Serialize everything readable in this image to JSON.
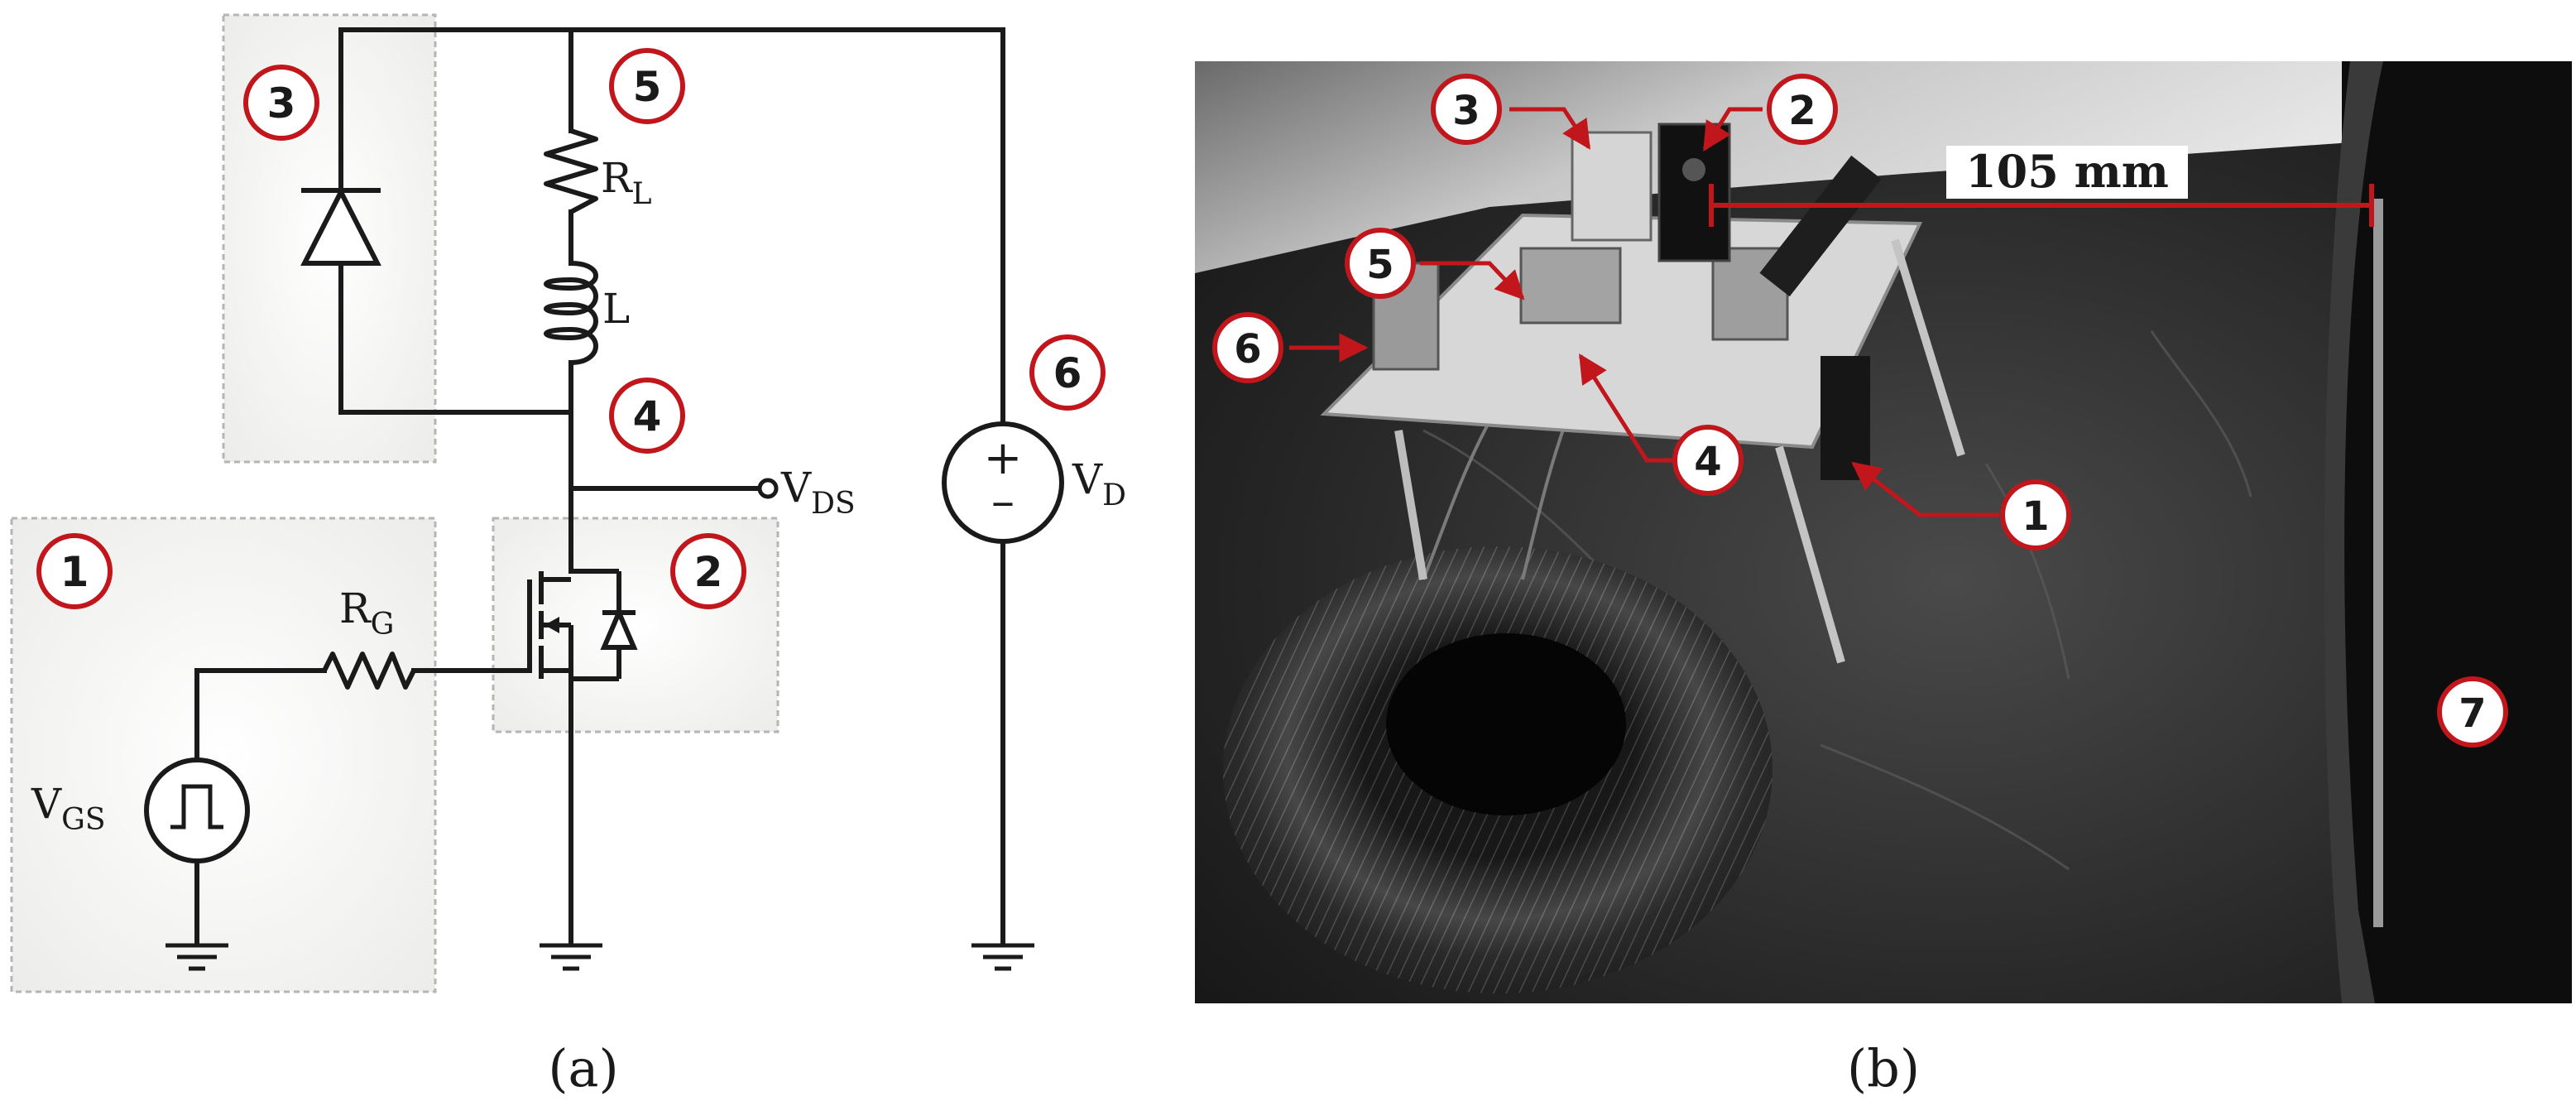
{
  "panel_a": {
    "caption": "(a)",
    "badges": [
      "1",
      "2",
      "3",
      "4",
      "5",
      "6"
    ],
    "labels": {
      "rl": "R",
      "rl_sub": "L",
      "l": "L",
      "rg": "R",
      "rg_sub": "G",
      "vgs": "V",
      "vgs_sub": "GS",
      "vds": "V",
      "vds_sub": "DS",
      "vd": "V",
      "vd_sub": "D",
      "plus": "+",
      "minus": "–"
    }
  },
  "panel_b": {
    "caption": "(b)",
    "badges": [
      "1",
      "2",
      "3",
      "4",
      "5",
      "6",
      "7"
    ],
    "distance": "105 mm"
  },
  "colors": {
    "badge": "#c0161c",
    "wire": "#1a1a1a",
    "box_fill": "#f1f0ef",
    "box_stroke": "#b5b5b5"
  }
}
